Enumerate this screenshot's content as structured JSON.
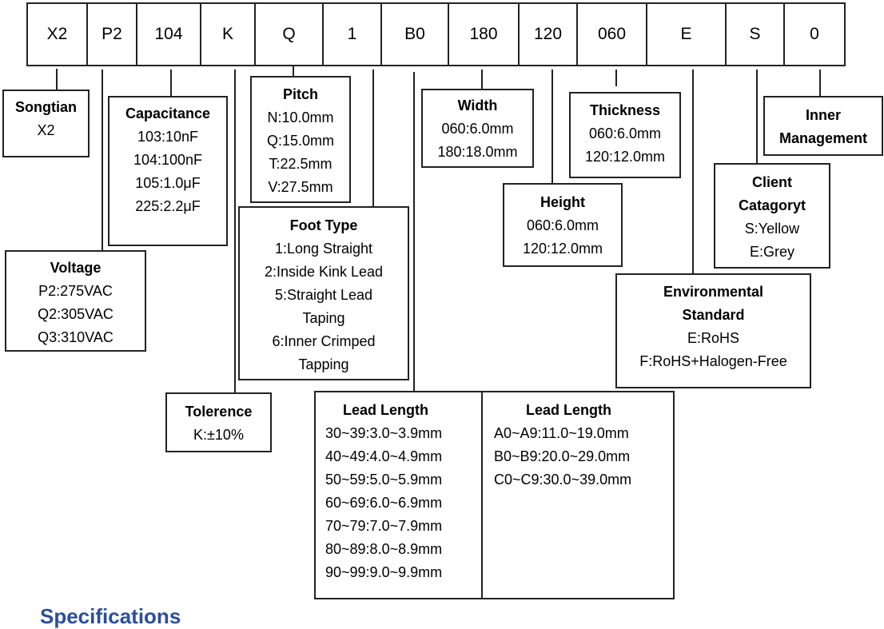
{
  "codes": [
    "X2",
    "P2",
    "104",
    "K",
    "Q",
    "1",
    "B0",
    "180",
    "120",
    "060",
    "E",
    "S",
    "0"
  ],
  "songtian": {
    "title": "Songtian",
    "lines": [
      "X2"
    ]
  },
  "capacitance": {
    "title": "Capacitance",
    "lines": [
      "103:10nF",
      "104:100nF",
      "105:1.0μF",
      "225:2.2μF"
    ]
  },
  "voltage": {
    "title": "Voltage",
    "lines": [
      "P2:275VAC",
      "Q2:305VAC",
      "Q3:310VAC"
    ]
  },
  "pitch": {
    "title": "Pitch",
    "lines": [
      "N:10.0mm",
      "Q:15.0mm",
      "T:22.5mm",
      "V:27.5mm"
    ]
  },
  "foot_type": {
    "title": "Foot Type",
    "lines": [
      "1:Long Straight",
      "2:Inside Kink Lead",
      "5:Straight Lead",
      "Taping",
      "6:Inner Crimped",
      "Tapping"
    ]
  },
  "tolerence": {
    "title": "Tolerence",
    "lines": [
      "K:±10%"
    ]
  },
  "lead_length_1": {
    "title": "Lead Length",
    "lines": [
      "30~39:3.0~3.9mm",
      "40~49:4.0~4.9mm",
      "50~59:5.0~5.9mm",
      "60~69:6.0~6.9mm",
      "70~79:7.0~7.9mm",
      "80~89:8.0~8.9mm",
      "90~99:9.0~9.9mm"
    ]
  },
  "lead_length_2": {
    "title": "Lead Length",
    "lines": [
      "A0~A9:11.0~19.0mm",
      "B0~B9:20.0~29.0mm",
      "C0~C9:30.0~39.0mm"
    ]
  },
  "width": {
    "title": "Width",
    "lines": [
      "060:6.0mm",
      "180:18.0mm"
    ]
  },
  "height": {
    "title": "Height",
    "lines": [
      "060:6.0mm",
      "120:12.0mm"
    ]
  },
  "thickness": {
    "title": "Thickness",
    "lines": [
      "060:6.0mm",
      "120:12.0mm"
    ]
  },
  "environmental": {
    "title_lines": [
      "Environmental",
      "Standard"
    ],
    "lines": [
      "E:RoHS",
      "F:RoHS+Halogen-Free"
    ]
  },
  "client": {
    "title_lines": [
      "Client",
      "Catagoryt"
    ],
    "lines": [
      "S:Yellow",
      "E:Grey"
    ]
  },
  "inner": {
    "title_lines": [
      "Inner",
      "Management"
    ]
  },
  "footer_heading": "Specifications"
}
